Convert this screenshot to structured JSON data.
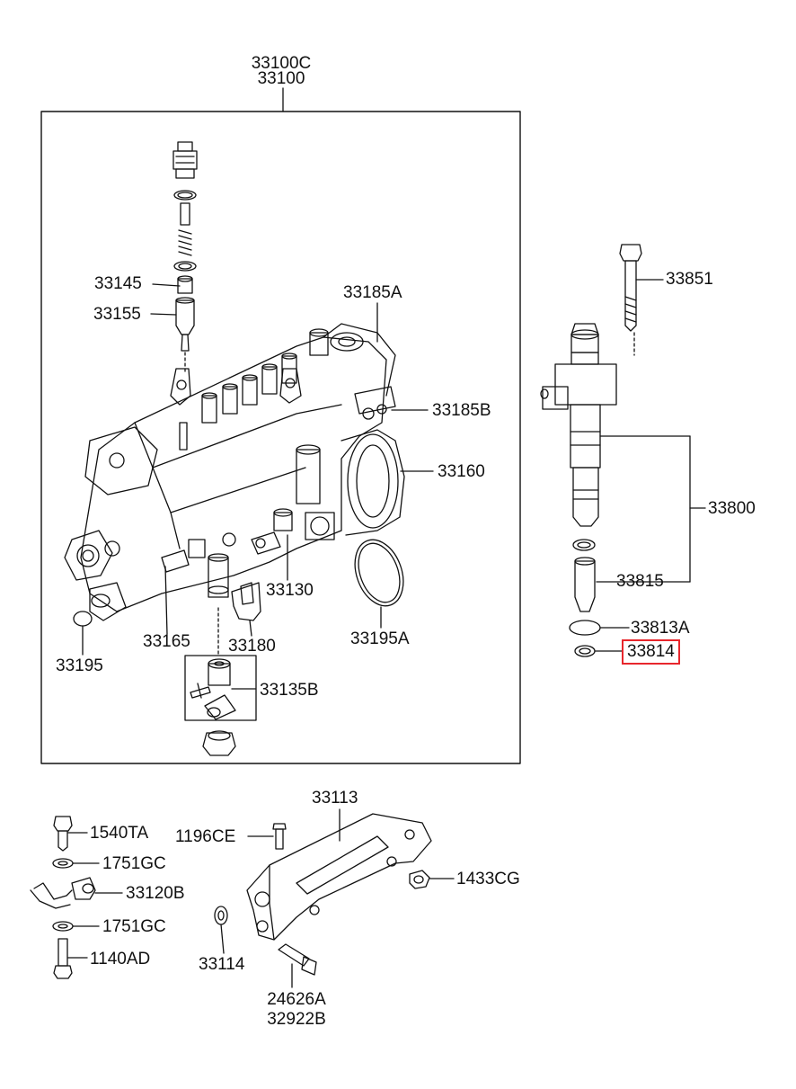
{
  "labels": {
    "pump_assy_c": "33100C",
    "pump_assy": "33100",
    "p33145": "33145",
    "p33155": "33155",
    "p33185a": "33185A",
    "p33185b": "33185B",
    "p33160": "33160",
    "p33130": "33130",
    "p33195a": "33195A",
    "p33165": "33165",
    "p33180": "33180",
    "p33195": "33195",
    "p33135b": "33135B",
    "p33851": "33851",
    "p33800": "33800",
    "p33815": "33815",
    "p33813a": "33813A",
    "p33814": "33814",
    "p33113": "33113",
    "p1540ta": "1540TA",
    "p1196ce": "1196CE",
    "p1751gc_a": "1751GC",
    "p33120b": "33120B",
    "p1751gc_b": "1751GC",
    "p1433cg": "1433CG",
    "p1140ad": "1140AD",
    "p33114": "33114",
    "p24626a": "24626A",
    "p32922b": "32922B"
  },
  "highlight": {
    "part": "33814",
    "color": "#e8262c"
  }
}
